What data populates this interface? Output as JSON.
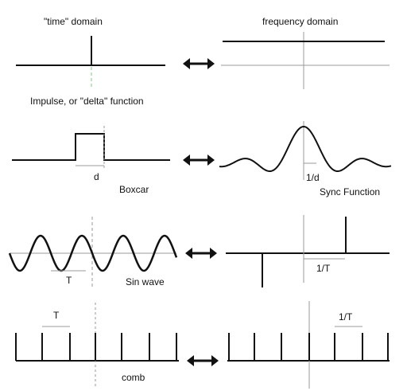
{
  "labels": {
    "time_domain": "\"time\"  domain",
    "frequency_domain": "frequency   domain",
    "impulse": "Impulse,   or  \"delta\"  function",
    "d": "d",
    "boxcar": "Boxcar",
    "one_over_d": "1/d",
    "sync_function": "Sync Function",
    "T_sin": "T",
    "sin_wave": "Sin  wave",
    "one_over_T_sin": "1/T",
    "T_comb": "T",
    "one_over_T_comb": "1/T",
    "comb": "comb"
  },
  "colors": {
    "ink": "#111111",
    "axis": "#9a9a9a",
    "impulse_dash": "#7fc97f"
  }
}
